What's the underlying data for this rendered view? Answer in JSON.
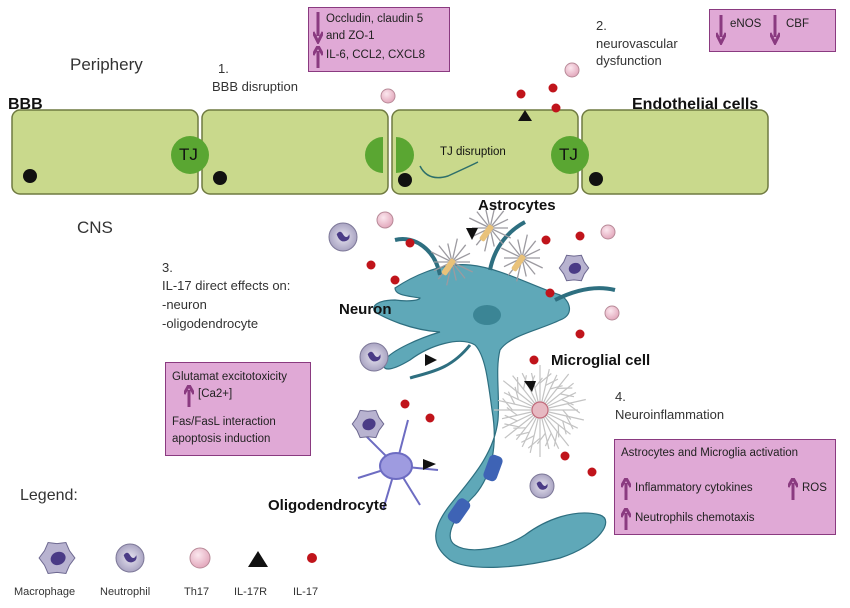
{
  "labels": {
    "periphery": "Periphery",
    "bbb": "BBB",
    "cns": "CNS",
    "endothelial": "Endothelial cells",
    "tj_left": "TJ",
    "tj_right": "TJ",
    "tj_disruption": "TJ disruption",
    "astrocytes": "Astrocytes",
    "neuron": "Neuron",
    "microglial": "Microglial cell",
    "oligodendrocyte": "Oligodendrocyte",
    "step1_num": "1.",
    "step1_text": "BBB disruption",
    "step2_num": "2.",
    "step2_line1": "neurovascular",
    "step2_line2": "dysfunction",
    "step3_num": "3.",
    "step3_line1": "IL-17 direct effects on:",
    "step3_line2": "-neuron",
    "step3_line3": "-oligodendrocyte",
    "step4_num": "4.",
    "step4_text": "Neuroinflammation"
  },
  "boxes": {
    "box1": {
      "line1": "Occludin, claudin 5",
      "line2": "and ZO-1",
      "line3": "IL-6, CCL2, CXCL8"
    },
    "box2": {
      "item1": "eNOS",
      "item2": "CBF"
    },
    "box3": {
      "line1": "Glutamat excitotoxicity",
      "line2": "[Ca2+]",
      "line3": "Fas/FasL interaction",
      "line4": "apoptosis induction"
    },
    "box4": {
      "title": "Astrocytes and Microglia activation",
      "item1": "Inflammatory cytokines",
      "item2": "ROS",
      "item3": "Neutrophils chemotaxis"
    }
  },
  "legend": {
    "title": "Legend:",
    "items": [
      "Macrophage",
      "Neutrophil",
      "Th17",
      "IL-17R",
      "IL-17"
    ]
  },
  "colors": {
    "cell_fill": "#c9d98c",
    "cell_border": "#6f7a40",
    "tj_green": "#5aa632",
    "box_fill": "#e0a9d6",
    "box_border": "#8a3a80",
    "arrow_purple": "#8a3a80",
    "neuron_fill": "#5fa8b8",
    "il17_red": "#c0141b",
    "th17_pink": "#f2c8d4",
    "macrophage_purple": "#4a3b86"
  }
}
